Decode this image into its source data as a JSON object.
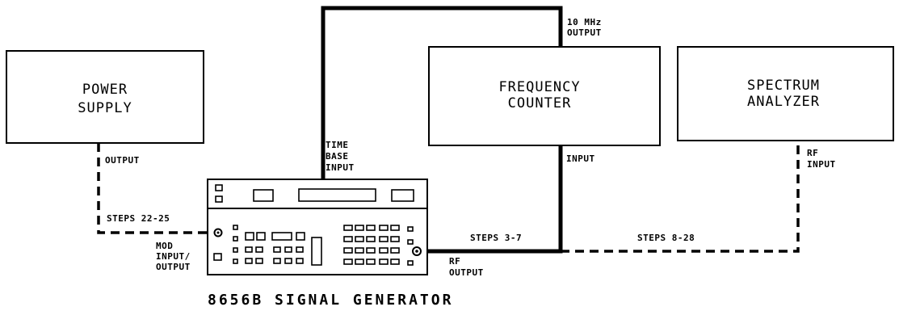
{
  "blocks": {
    "power_supply": [
      "POWER",
      "SUPPLY"
    ],
    "frequency_counter": [
      "FREQUENCY",
      "COUNTER"
    ],
    "spectrum_analyzer": [
      "SPECTRUM",
      "ANALYZER"
    ]
  },
  "connectors": {
    "ten_mhz_output": [
      "10 MHz",
      "OUTPUT"
    ],
    "time_base_input": [
      "TIME",
      "BASE",
      "INPUT"
    ],
    "counter_input": "INPUT",
    "analyzer_rf_input": [
      "RF",
      "INPUT"
    ],
    "power_output": "OUTPUT",
    "mod_input_output": [
      "MOD",
      "INPUT/",
      "OUTPUT"
    ],
    "rf_output": [
      "RF",
      "OUTPUT"
    ]
  },
  "steps": {
    "power": "STEPS 22-25",
    "counter": "STEPS 3-7",
    "analyzer": "STEPS 8-28"
  },
  "device_caption": "8656B SIGNAL GENERATOR"
}
